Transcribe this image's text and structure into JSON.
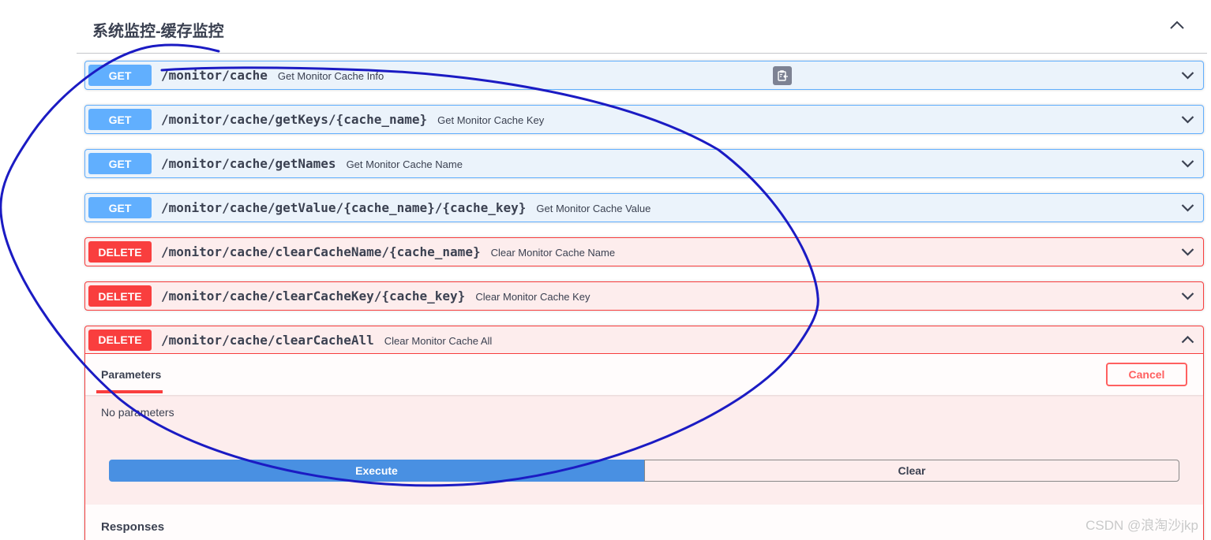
{
  "section": {
    "title": "系统监控-缓存监控"
  },
  "operations": [
    {
      "method": "GET",
      "path": "/monitor/cache",
      "summary": "Get Monitor Cache Info"
    },
    {
      "method": "GET",
      "path": "/monitor/cache/getKeys/{cache_name}",
      "summary": "Get Monitor Cache Key"
    },
    {
      "method": "GET",
      "path": "/monitor/cache/getNames",
      "summary": "Get Monitor Cache Name"
    },
    {
      "method": "GET",
      "path": "/monitor/cache/getValue/{cache_name}/{cache_key}",
      "summary": "Get Monitor Cache Value"
    },
    {
      "method": "DELETE",
      "path": "/monitor/cache/clearCacheName/{cache_name}",
      "summary": "Clear Monitor Cache Name"
    },
    {
      "method": "DELETE",
      "path": "/monitor/cache/clearCacheKey/{cache_key}",
      "summary": "Clear Monitor Cache Key"
    },
    {
      "method": "DELETE",
      "path": "/monitor/cache/clearCacheAll",
      "summary": "Clear Monitor Cache All"
    }
  ],
  "expanded_panel": {
    "parameters_label": "Parameters",
    "cancel_label": "Cancel",
    "no_parameters_text": "No parameters",
    "execute_label": "Execute",
    "clear_label": "Clear",
    "responses_label": "Responses"
  },
  "icons": {
    "copy_icon": "copy-to-clipboard",
    "chevron_down": "chevron-down",
    "chevron_up": "chevron-up"
  },
  "watermark": "CSDN @浪淘沙jkp",
  "colors": {
    "get_accent": "#61affe",
    "get_bg": "#ebf3fb",
    "delete_accent": "#f93e3e",
    "delete_bg": "#fdeded",
    "execute_button": "#4990e2",
    "cancel_button": "#ff6060",
    "text": "#3b4151",
    "pen_annotation": "#1b1bc3"
  }
}
